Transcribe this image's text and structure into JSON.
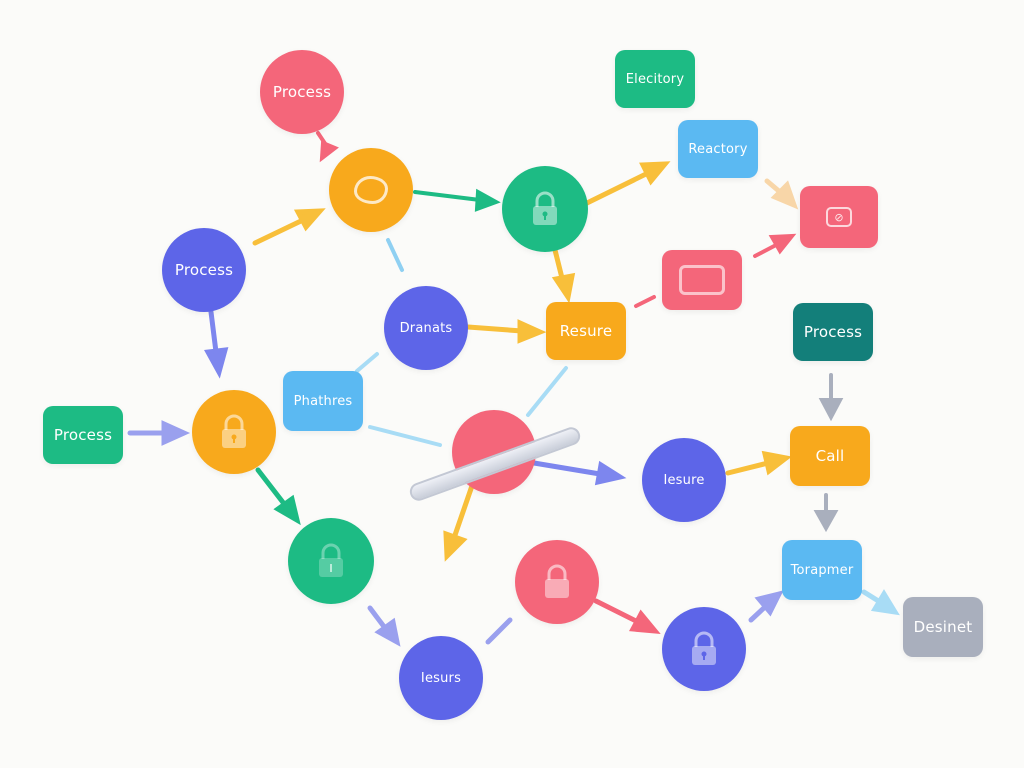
{
  "diagram": {
    "nodes": {
      "process_top": {
        "label": "Process",
        "color": "#f4667a"
      },
      "center_orange": {
        "icon": "cloud-icon",
        "color": "#f8a91c"
      },
      "lock_green_top": {
        "icon": "lock-icon",
        "color": "#1dbb84"
      },
      "electory": {
        "label": "Elecitory",
        "color": "#1dbb84"
      },
      "reactory": {
        "label": "Reactory",
        "color": "#5bb9f2"
      },
      "pink_rect_right": {
        "icon": "frame-icon",
        "color": "#f4667a"
      },
      "pink_rect_mid": {
        "icon": "frame-icon",
        "color": "#f4667a"
      },
      "process_left_circle": {
        "label": "Process",
        "color": "#5d65e8"
      },
      "dranats": {
        "label": "Dranats",
        "color": "#5d65e8"
      },
      "resure_orange": {
        "label": "Resure",
        "color": "#f8a91c"
      },
      "process_teal": {
        "label": "Process",
        "color": "#137f7a"
      },
      "phathres": {
        "label": "Phathres",
        "color": "#5bb9f2"
      },
      "process_green_left": {
        "label": "Process",
        "color": "#1dbb84"
      },
      "lock_orange": {
        "icon": "lock-icon",
        "color": "#f8a91c"
      },
      "pink_circle_center": {
        "color": "#f4667a"
      },
      "iesure_purple": {
        "label": "Iesure",
        "color": "#5d65e8"
      },
      "call": {
        "label": "Call",
        "color": "#f8a91c"
      },
      "lock_green_bottom": {
        "icon": "lock-icon",
        "color": "#1dbb84"
      },
      "lock_pink": {
        "icon": "lock-icon",
        "color": "#f4667a"
      },
      "iesurs": {
        "label": "Iesurs",
        "color": "#5d65e8"
      },
      "lock_purple": {
        "icon": "lock-icon",
        "color": "#5d65e8"
      },
      "torapmer": {
        "label": "Torapmer",
        "color": "#5bb9f2"
      },
      "desinet": {
        "label": "Desinet",
        "color": "#a9afbd"
      }
    }
  }
}
